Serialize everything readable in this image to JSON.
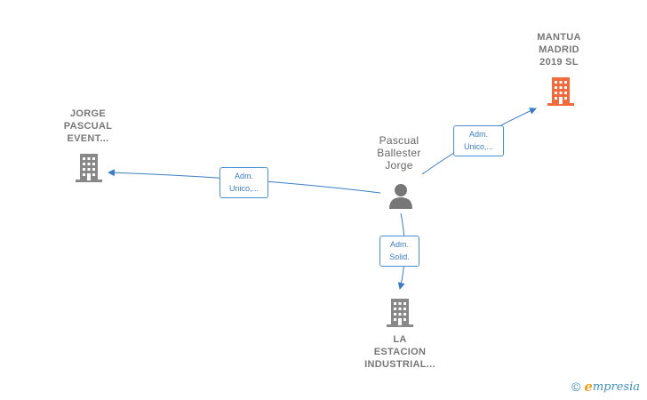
{
  "nodes": {
    "center_person": {
      "lines": [
        "Pascual",
        "Ballester",
        "Jorge"
      ],
      "icon": "person-icon"
    },
    "mantua": {
      "lines": [
        "MANTUA",
        "MADRID",
        "2019  SL"
      ],
      "icon": "building-icon",
      "color": "#f26a3b"
    },
    "jorge": {
      "lines": [
        "JORGE",
        "PASCUAL",
        "EVENT..."
      ],
      "icon": "building-icon",
      "color": "#888888"
    },
    "estacion": {
      "lines": [
        "LA",
        "ESTACION",
        "INDUSTRIAL..."
      ],
      "icon": "building-icon",
      "color": "#888888"
    }
  },
  "relations": {
    "to_mantua": {
      "lines": [
        "Adm.",
        "Unico,..."
      ]
    },
    "to_jorge": {
      "lines": [
        "Adm.",
        "Unico,..."
      ]
    },
    "to_estacion": {
      "lines": [
        "Adm.",
        "Solid."
      ]
    }
  },
  "colors": {
    "edge": "#3a7cc6",
    "person": "#777777"
  },
  "footer": {
    "copyright": "©",
    "brand_e": "e",
    "brand_rest": "mpresia"
  }
}
